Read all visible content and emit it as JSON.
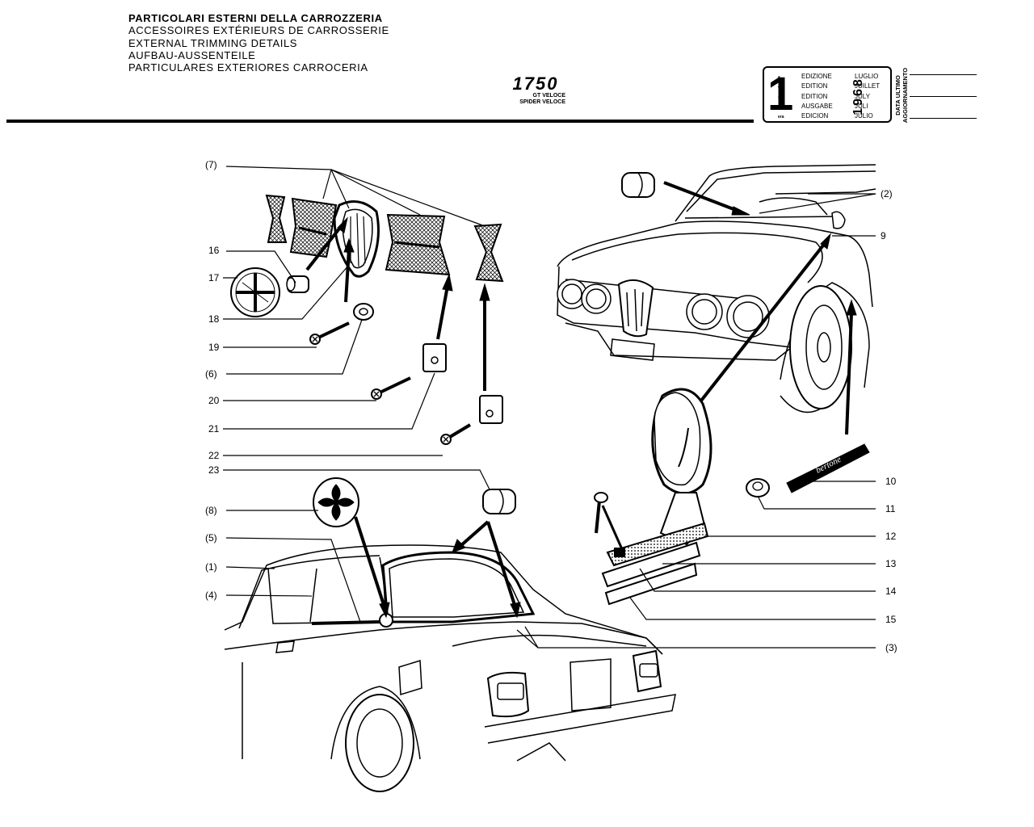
{
  "header": {
    "titles": [
      "PARTICOLARI ESTERNI DELLA CARROZZERIA",
      "ACCESSOIRES EXTÉRIEURS DE CARROSSERIE",
      "EXTERNAL TRIMMING DETAILS",
      "AUFBAU-AUSSENTEILE",
      "PARTICULARES EXTERIORES CARROCERIA"
    ],
    "model_number": "1750",
    "model_variants": [
      "GT VELOCE",
      "SPIDER VELOCE"
    ]
  },
  "edition_box": {
    "number": "1",
    "suffixes": [
      "a",
      "ère",
      "st",
      ".",
      "era"
    ],
    "words": [
      "EDIZIONE",
      "EDITION",
      "EDITION",
      "AUSGABE",
      "EDICION"
    ],
    "year": "1968",
    "months": [
      "LUGLIO",
      "JUILLET",
      "JULY",
      "JULI",
      "JULIO"
    ],
    "last_update_label": [
      "DATA ULTIMO",
      "AGGIORNAMENTO"
    ]
  },
  "callouts": {
    "c7": "(7)",
    "c16": "16",
    "c17": "17",
    "c18": "18",
    "c19": "19",
    "c6": "(6)",
    "c20": "20",
    "c21": "21",
    "c22": "22",
    "c23": "23",
    "c8": "(8)",
    "c5": "(5)",
    "c1": "(1)",
    "c4": "(4)",
    "c2": "(2)",
    "c9": "9",
    "c10": "10",
    "c11": "11",
    "c12": "12",
    "c13": "13",
    "c14": "14",
    "c15": "15",
    "c3": "(3)"
  },
  "badge_text": "bertone"
}
